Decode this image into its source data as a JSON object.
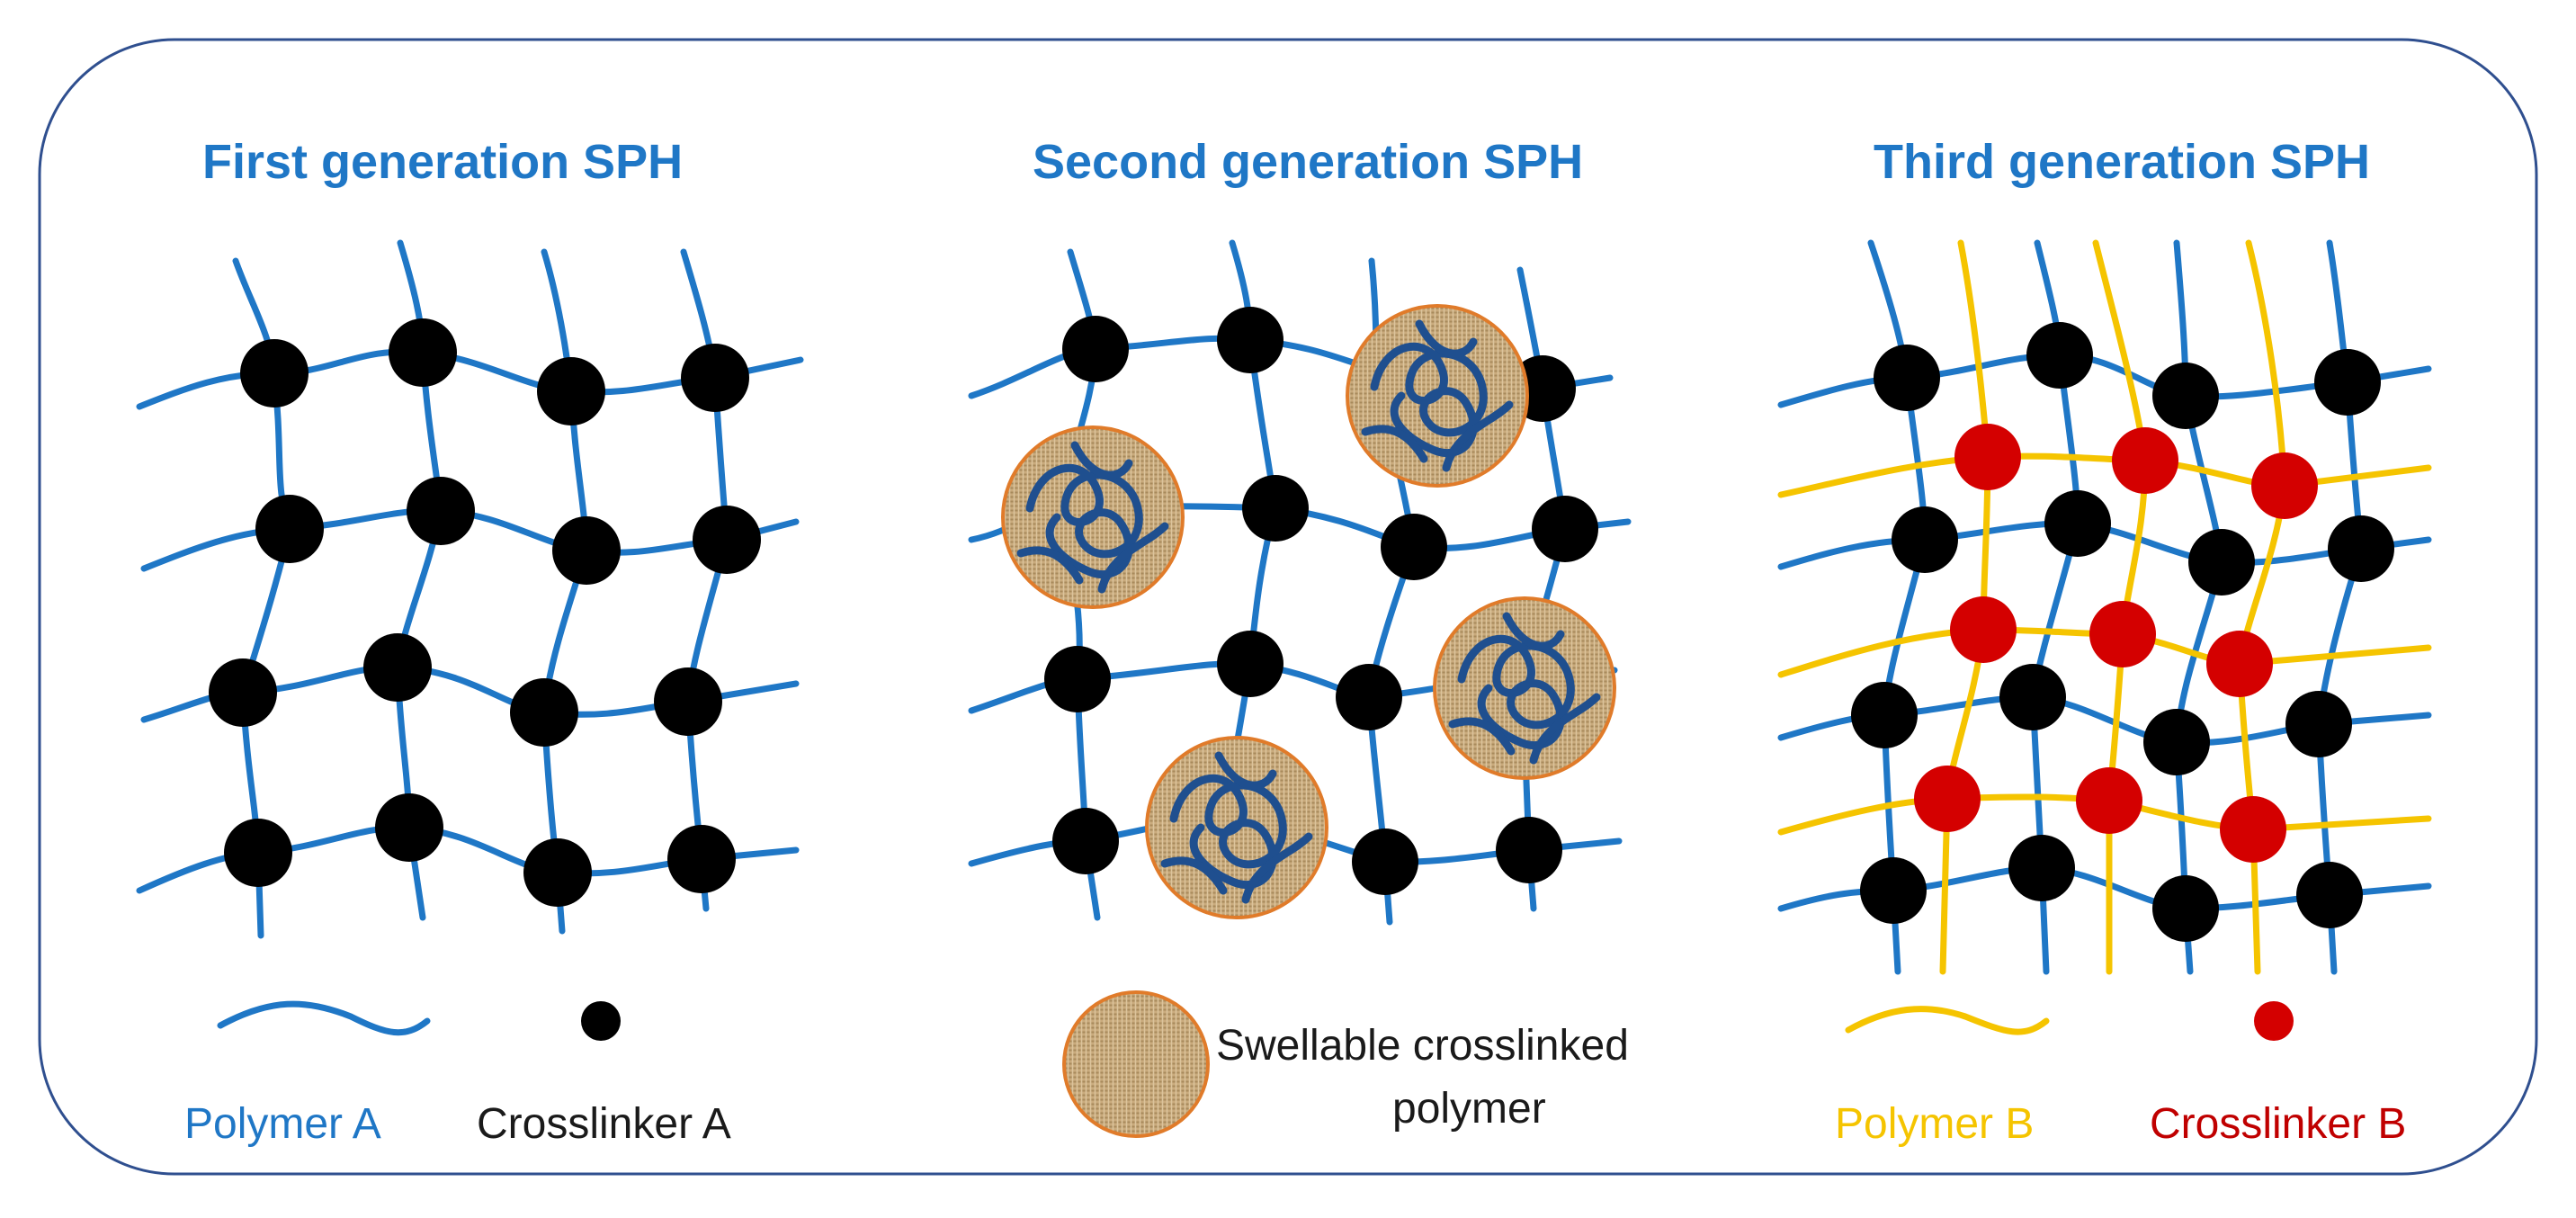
{
  "panels": {
    "first": {
      "title": "First generation SPH"
    },
    "second": {
      "title": "Second generation SPH"
    },
    "third": {
      "title": "Third generation SPH"
    }
  },
  "legend": {
    "polymer_a": "Polymer A",
    "crosslinker_a": "Crosslinker A",
    "swellable_line1": "Swellable crosslinked",
    "swellable_line2": "polymer",
    "polymer_b": "Polymer B",
    "crosslinker_b": "Crosslinker B"
  },
  "colors": {
    "polymer_a": "#1f77c6",
    "crosslinker_a": "#000000",
    "polymer_b": "#f5c400",
    "crosslinker_b": "#d40000",
    "swellable_fill": "#c9aa7c",
    "swellable_border": "#e07b2a",
    "coil": "#1f4f8f",
    "frame": "#2f4f8f"
  }
}
